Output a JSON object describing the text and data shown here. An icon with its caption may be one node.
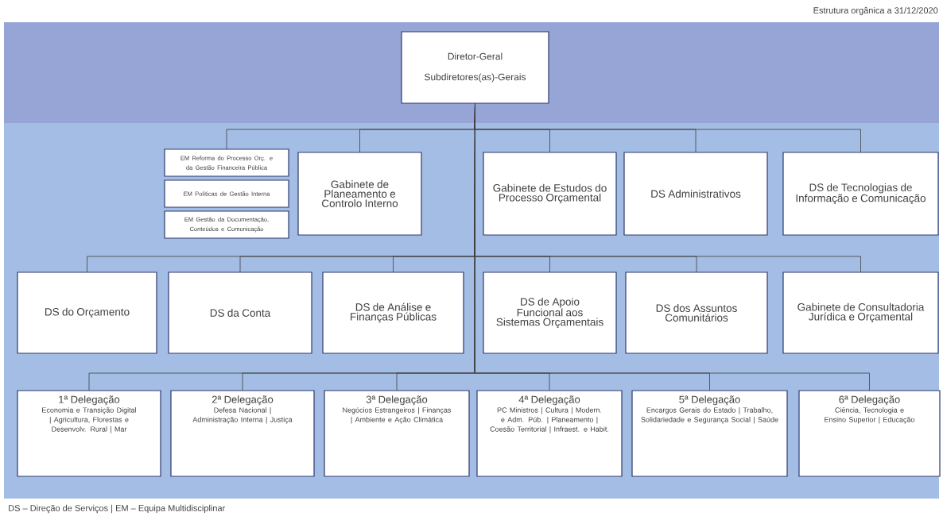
{
  "diagram": {
    "nodes": [
      {
        "text": [
          "Diretor-Geral",
          "Subdiretores(as)-Gerais"
        ]
      },
      {
        "text": [
          "EM Reforma do Processo Orç. e da Gestão Financeira Pública"
        ]
      },
      {
        "text": [
          "EM Políticas de Gestão Interna"
        ]
      },
      {
        "text": [
          "EM Gestão da Documentação, Conteúdos e Comunicação"
        ]
      },
      {
        "text": [
          "Gabinete de Planeamento e Controlo Interno"
        ]
      },
      {
        "text": [
          "Gabinete de Estudos do Processo Orçamental"
        ]
      },
      {
        "text": [
          "DS Administrativos"
        ]
      },
      {
        "text": [
          "DS de Tecnologias de Informação e Comunicação"
        ]
      },
      {
        "text": [
          "DS do Orçamento"
        ]
      },
      {
        "text": [
          "DS da Conta"
        ]
      },
      {
        "text": [
          "DS de Análise e Finanças Públicas"
        ]
      },
      {
        "text": [
          "DS de Apoio Funcional aos Sistemas Orçamentais"
        ]
      },
      {
        "text": [
          "DS dos Assuntos Comunitários"
        ]
      },
      {
        "text": [
          "Gabinete de Consultadoria Jurídica e Orçamental"
        ]
      },
      {
        "text": [
          "1ª Delegação",
          "Economia e Transição Digital | Agricultura, Florestas e Desenvolv. Rural | Mar"
        ]
      },
      {
        "text": [
          "2ª Delegação",
          "Defesa Nacional | Administração Interna | Justiça"
        ]
      },
      {
        "text": [
          "3ª Delegação",
          "Negócios Estrangeiros | Finanças | Ambiente e Ação Climática"
        ]
      },
      {
        "text": [
          "4ª Delegação",
          "PC Ministros | Cultura | Modern. e Adm. Púb. | Planeamento | Coesão Territorial | Infraest. e Habit."
        ]
      },
      {
        "text": [
          "5ª Delegação",
          "Encargos Gerais do Estado | Trabalho, Solidariedade e Segurança Social | Saúde"
        ]
      },
      {
        "text": [
          "6ª Delegação",
          "Ciência, Tecnologia e Ensino Superior | Educação"
        ]
      }
    ],
    "edges": [
      {
        "from": 0,
        "to": 1,
        "arrow": "none"
      },
      {
        "from": 0,
        "to": 4,
        "arrow": "none"
      },
      {
        "from": 0,
        "to": 5,
        "arrow": "none"
      },
      {
        "from": 0,
        "to": 6,
        "arrow": "none"
      },
      {
        "from": 0,
        "to": 7,
        "arrow": "none"
      },
      {
        "from": 0,
        "to": 8,
        "arrow": "none"
      },
      {
        "from": 0,
        "to": 9,
        "arrow": "none"
      },
      {
        "from": 0,
        "to": 10,
        "arrow": "none"
      },
      {
        "from": 0,
        "to": 11,
        "arrow": "none"
      },
      {
        "from": 0,
        "to": 12,
        "arrow": "none"
      },
      {
        "from": 0,
        "to": 13,
        "arrow": "none"
      },
      {
        "from": 0,
        "to": 14,
        "arrow": "none"
      },
      {
        "from": 0,
        "to": 15,
        "arrow": "none"
      },
      {
        "from": 0,
        "to": 16,
        "arrow": "none"
      },
      {
        "from": 0,
        "to": 17,
        "arrow": "none"
      },
      {
        "from": 0,
        "to": 18,
        "arrow": "none"
      },
      {
        "from": 0,
        "to": 19,
        "arrow": "none"
      }
    ],
    "labels": [
      "Estrutura orgânica a 31/12/2020",
      "DS – Direção de Serviços | EM – Equipa Multidisciplinar"
    ]
  }
}
